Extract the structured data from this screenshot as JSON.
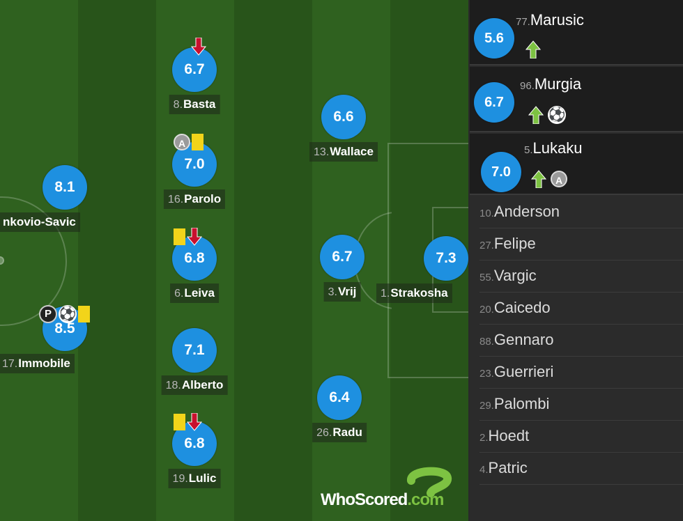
{
  "players": [
    {
      "id": "savic",
      "rating": "8.1",
      "num": "",
      "name": "nkovio-Savic",
      "icons": []
    },
    {
      "id": "immobile",
      "rating": "8.5",
      "num": "17.",
      "name": "Immobile",
      "icons": [
        "penalty-goal",
        "ball",
        "yellow-card"
      ]
    },
    {
      "id": "basta",
      "rating": "6.7",
      "num": "8.",
      "name": "Basta",
      "icons": [
        "sub-off-arrow"
      ]
    },
    {
      "id": "parolo",
      "rating": "7.0",
      "num": "16.",
      "name": "Parolo",
      "icons": [
        "assist",
        "yellow-card"
      ]
    },
    {
      "id": "leiva",
      "rating": "6.8",
      "num": "6.",
      "name": "Leiva",
      "icons": [
        "yellow-card",
        "sub-off-arrow"
      ]
    },
    {
      "id": "alberto",
      "rating": "7.1",
      "num": "18.",
      "name": "Alberto",
      "icons": []
    },
    {
      "id": "lulic",
      "rating": "6.8",
      "num": "19.",
      "name": "Lulic",
      "icons": [
        "yellow-card",
        "sub-off-arrow"
      ]
    },
    {
      "id": "wallace",
      "rating": "6.6",
      "num": "13.",
      "name": "Wallace",
      "icons": []
    },
    {
      "id": "vrij",
      "rating": "6.7",
      "num": "3.",
      "name": "Vrij",
      "icons": []
    },
    {
      "id": "radu",
      "rating": "6.4",
      "num": "26.",
      "name": "Radu",
      "icons": []
    },
    {
      "id": "strakosha",
      "rating": "7.3",
      "num": "1.",
      "name": "Strakosha",
      "icons": []
    }
  ],
  "subs_used": [
    {
      "rating": "5.6",
      "num": "77.",
      "name": "Marusic",
      "icons": [
        "sub-on-arrow"
      ]
    },
    {
      "rating": "6.7",
      "num": "96.",
      "name": "Murgia",
      "icons": [
        "sub-on-arrow",
        "ball"
      ]
    },
    {
      "rating": "7.0",
      "num": "5.",
      "name": "Lukaku",
      "icons": [
        "sub-on-arrow",
        "assist"
      ]
    }
  ],
  "bench": [
    {
      "num": "10.",
      "name": "Anderson"
    },
    {
      "num": "27.",
      "name": "Felipe"
    },
    {
      "num": "55.",
      "name": "Vargic"
    },
    {
      "num": "20.",
      "name": "Caicedo"
    },
    {
      "num": "88.",
      "name": "Gennaro"
    },
    {
      "num": "23.",
      "name": "Guerrieri"
    },
    {
      "num": "29.",
      "name": "Palombi"
    },
    {
      "num": "2.",
      "name": "Hoedt"
    },
    {
      "num": "4.",
      "name": "Patric"
    }
  ],
  "logo": {
    "text_main": "WhoScored",
    "text_suffix": ".com"
  },
  "icon_glyphs": {
    "ball": "⚽",
    "assist": "A",
    "penalty": "P"
  },
  "colors": {
    "rating_circle": "#1e90e0",
    "pitch_dark": "#2c5a1c",
    "pitch_light": "#346722",
    "yellow_card": "#f2d41a",
    "sub_off": "#c8102e",
    "sub_on": "#7dc242"
  }
}
